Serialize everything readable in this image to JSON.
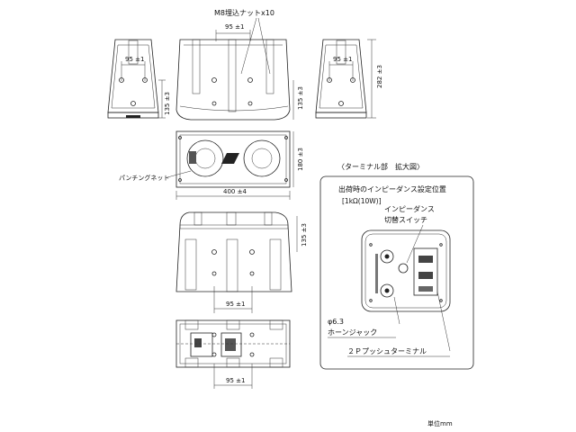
{
  "labels": {
    "insert_nut": "M8埋込ナットx10",
    "punching_net": "パンチングネット",
    "terminal_title": "〈ターミナル部　拡大図〉",
    "impedance_setting": "出荷時のインピーダンス設定位置",
    "impedance_value": "[1kΩ(10W)]",
    "imp_switch_line1": "インピーダンス",
    "imp_switch_line2": "切替スイッチ",
    "phi": "φ6.3",
    "horn_jack": "ホーンジャック",
    "push_terminal": "２Ｐプッシュターミナル",
    "unit": "単位mm"
  },
  "dims": {
    "d95_top": "95 ±1",
    "d95_left": "95 ±1",
    "d95_right": "95 ±1",
    "d95_mid": "95 ±1",
    "d95_bottom": "95 ±1",
    "d135_left": "135 ±3",
    "d135_front": "135 ±3",
    "d282": "282 ±3",
    "d180": "180 ±3",
    "d400": "400 ±4",
    "d135_mid": "135 ±3"
  }
}
